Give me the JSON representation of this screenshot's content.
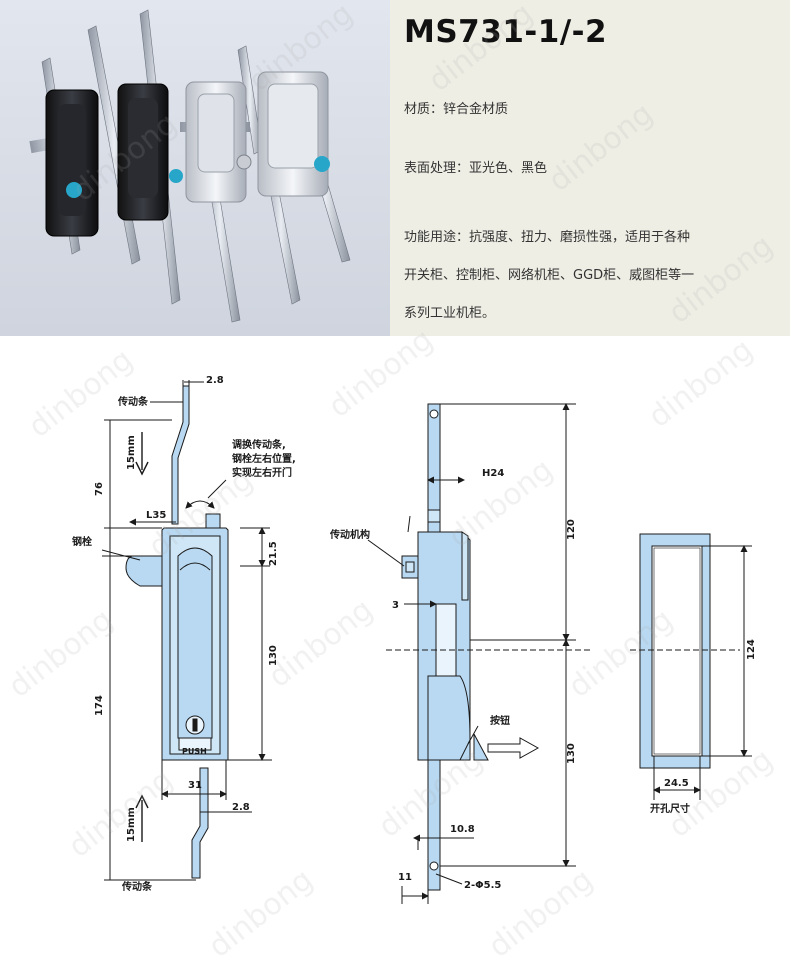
{
  "title": "MS731-1/-2",
  "spec_lines": [
    "材质：锌合金材质",
    "表面处理：亚光色、黑色",
    "功能用途：抗强度、扭力、磨损性强，适用于各种",
    "开关柜、控制柜、网络机柜、GGD柜、威图柜等一",
    "系列工业机柜。"
  ],
  "watermark": "dinbong",
  "drawing": {
    "labels": {
      "drive_bar_top": "传动条",
      "drive_bar_bottom": "传动条",
      "steel_bolt": "钢栓",
      "note_line1": "调换传动条,",
      "note_line2": "钢栓左右位置,",
      "note_line3": "实现左右开门",
      "mechanism": "传动机构",
      "button": "按钮",
      "cutout": "开孔尺寸",
      "push": "PUSH"
    },
    "dims": {
      "d_2_8_top": "2.8",
      "d_15mm_top": "15mm",
      "d_76": "76",
      "d_L35": "L35",
      "d_21_5": "21.5",
      "d_130_front": "130",
      "d_174": "174",
      "d_31": "31",
      "d_2_8_bottom": "2.8",
      "d_15mm_bottom": "15mm",
      "d_H24": "H24",
      "d_120": "120",
      "d_3": "3",
      "d_130_side": "130",
      "d_10_8": "10.8",
      "d_11": "11",
      "d_holes": "2-Φ5.5",
      "d_124": "124",
      "d_24_5": "24.5"
    }
  },
  "colors": {
    "part_fill": "#b9d9f2",
    "line": "#1a1a1a",
    "spec_bg": "#efeee5"
  }
}
